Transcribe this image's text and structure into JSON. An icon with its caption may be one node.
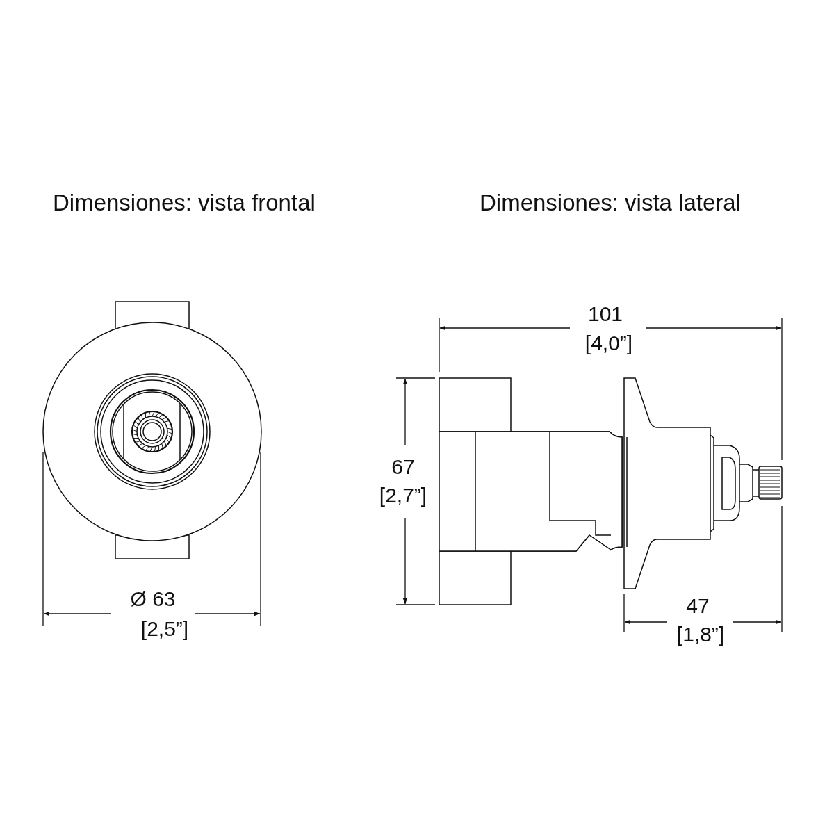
{
  "diagram": {
    "labels": [
      "Dimensiones: vista frontal",
      "Dimensiones: vista lateral",
      "101",
      "[4,0”]",
      "67",
      "[2,7”]",
      "Ø 63",
      "[2,5”]",
      "47",
      "[1,8”]"
    ]
  }
}
